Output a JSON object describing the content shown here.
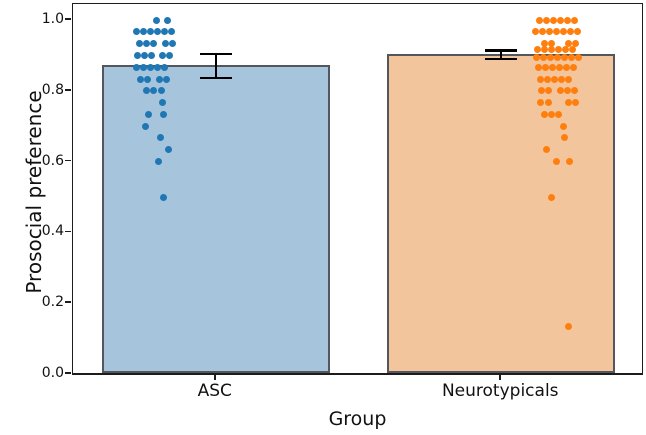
{
  "chart_data": {
    "type": "bar",
    "title": "",
    "xlabel": "Group",
    "ylabel": "Prosocial preference",
    "categories": [
      "ASC",
      "Neurotypicals"
    ],
    "ylim": [
      0.0,
      1.045
    ],
    "yticks": [
      "0.0",
      "0.2",
      "0.4",
      "0.6",
      "0.8",
      "1.0"
    ],
    "grid": false,
    "legend": "none",
    "colors": {
      "asc_bar_fill": "#a6c5dc",
      "asc_dot": "#1f77b4",
      "neurotypicals_bar_fill": "#f3c59d",
      "neurotypicals_dot": "#ff7f0e",
      "bar_edge": "#53575b",
      "error_bar": "#000000",
      "spine": "#1c1c1c",
      "text": "#111111"
    },
    "series": [
      {
        "name": "ASC",
        "bar_value": 0.87,
        "error": 0.034,
        "points": [
          [
            1.0,
            -59
          ],
          [
            1.0,
            -48
          ],
          [
            0.967,
            -79
          ],
          [
            0.967,
            -72
          ],
          [
            0.967,
            -65
          ],
          [
            0.967,
            -58
          ],
          [
            0.967,
            -51
          ],
          [
            0.967,
            -44
          ],
          [
            0.933,
            -76
          ],
          [
            0.933,
            -69
          ],
          [
            0.933,
            -62
          ],
          [
            0.933,
            -50
          ],
          [
            0.933,
            -43
          ],
          [
            0.9,
            -78
          ],
          [
            0.9,
            -71
          ],
          [
            0.9,
            -64
          ],
          [
            0.9,
            -53
          ],
          [
            0.9,
            -46
          ],
          [
            0.867,
            -79
          ],
          [
            0.867,
            -72
          ],
          [
            0.867,
            -65
          ],
          [
            0.867,
            -58
          ],
          [
            0.867,
            -51
          ],
          [
            0.833,
            -75
          ],
          [
            0.833,
            -68
          ],
          [
            0.833,
            -56
          ],
          [
            0.833,
            -49
          ],
          [
            0.8,
            -69
          ],
          [
            0.8,
            -62
          ],
          [
            0.8,
            -54
          ],
          [
            0.767,
            -53
          ],
          [
            0.733,
            -67
          ],
          [
            0.733,
            -52
          ],
          [
            0.7,
            -70
          ],
          [
            0.667,
            -55
          ],
          [
            0.633,
            -47
          ],
          [
            0.6,
            -57
          ],
          [
            0.5,
            -52
          ]
        ]
      },
      {
        "name": "Neurotypicals",
        "bar_value": 0.902,
        "error": 0.012,
        "points": [
          [
            1.0,
            38
          ],
          [
            1.0,
            45
          ],
          [
            1.0,
            52
          ],
          [
            1.0,
            59
          ],
          [
            1.0,
            66
          ],
          [
            1.0,
            73
          ],
          [
            0.967,
            34
          ],
          [
            0.967,
            41
          ],
          [
            0.967,
            48
          ],
          [
            0.967,
            55
          ],
          [
            0.967,
            62
          ],
          [
            0.967,
            69
          ],
          [
            0.967,
            76
          ],
          [
            0.933,
            43
          ],
          [
            0.933,
            50
          ],
          [
            0.933,
            67
          ],
          [
            0.933,
            74
          ],
          [
            0.917,
            36
          ],
          [
            0.917,
            43
          ],
          [
            0.917,
            50
          ],
          [
            0.917,
            57
          ],
          [
            0.917,
            64
          ],
          [
            0.917,
            71
          ],
          [
            0.893,
            35
          ],
          [
            0.893,
            42
          ],
          [
            0.893,
            49
          ],
          [
            0.893,
            56
          ],
          [
            0.893,
            63
          ],
          [
            0.893,
            70
          ],
          [
            0.893,
            77
          ],
          [
            0.867,
            37
          ],
          [
            0.867,
            44
          ],
          [
            0.867,
            51
          ],
          [
            0.867,
            58
          ],
          [
            0.867,
            65
          ],
          [
            0.867,
            72
          ],
          [
            0.833,
            39
          ],
          [
            0.833,
            46
          ],
          [
            0.833,
            53
          ],
          [
            0.833,
            60
          ],
          [
            0.833,
            67
          ],
          [
            0.8,
            40
          ],
          [
            0.8,
            47
          ],
          [
            0.8,
            59
          ],
          [
            0.8,
            66
          ],
          [
            0.8,
            73
          ],
          [
            0.767,
            39
          ],
          [
            0.767,
            47
          ],
          [
            0.767,
            67
          ],
          [
            0.767,
            74
          ],
          [
            0.733,
            43
          ],
          [
            0.733,
            50
          ],
          [
            0.733,
            57
          ],
          [
            0.7,
            62
          ],
          [
            0.667,
            63
          ],
          [
            0.633,
            45
          ],
          [
            0.6,
            55
          ],
          [
            0.6,
            68
          ],
          [
            0.5,
            50
          ],
          [
            0.133,
            67
          ]
        ]
      }
    ]
  }
}
